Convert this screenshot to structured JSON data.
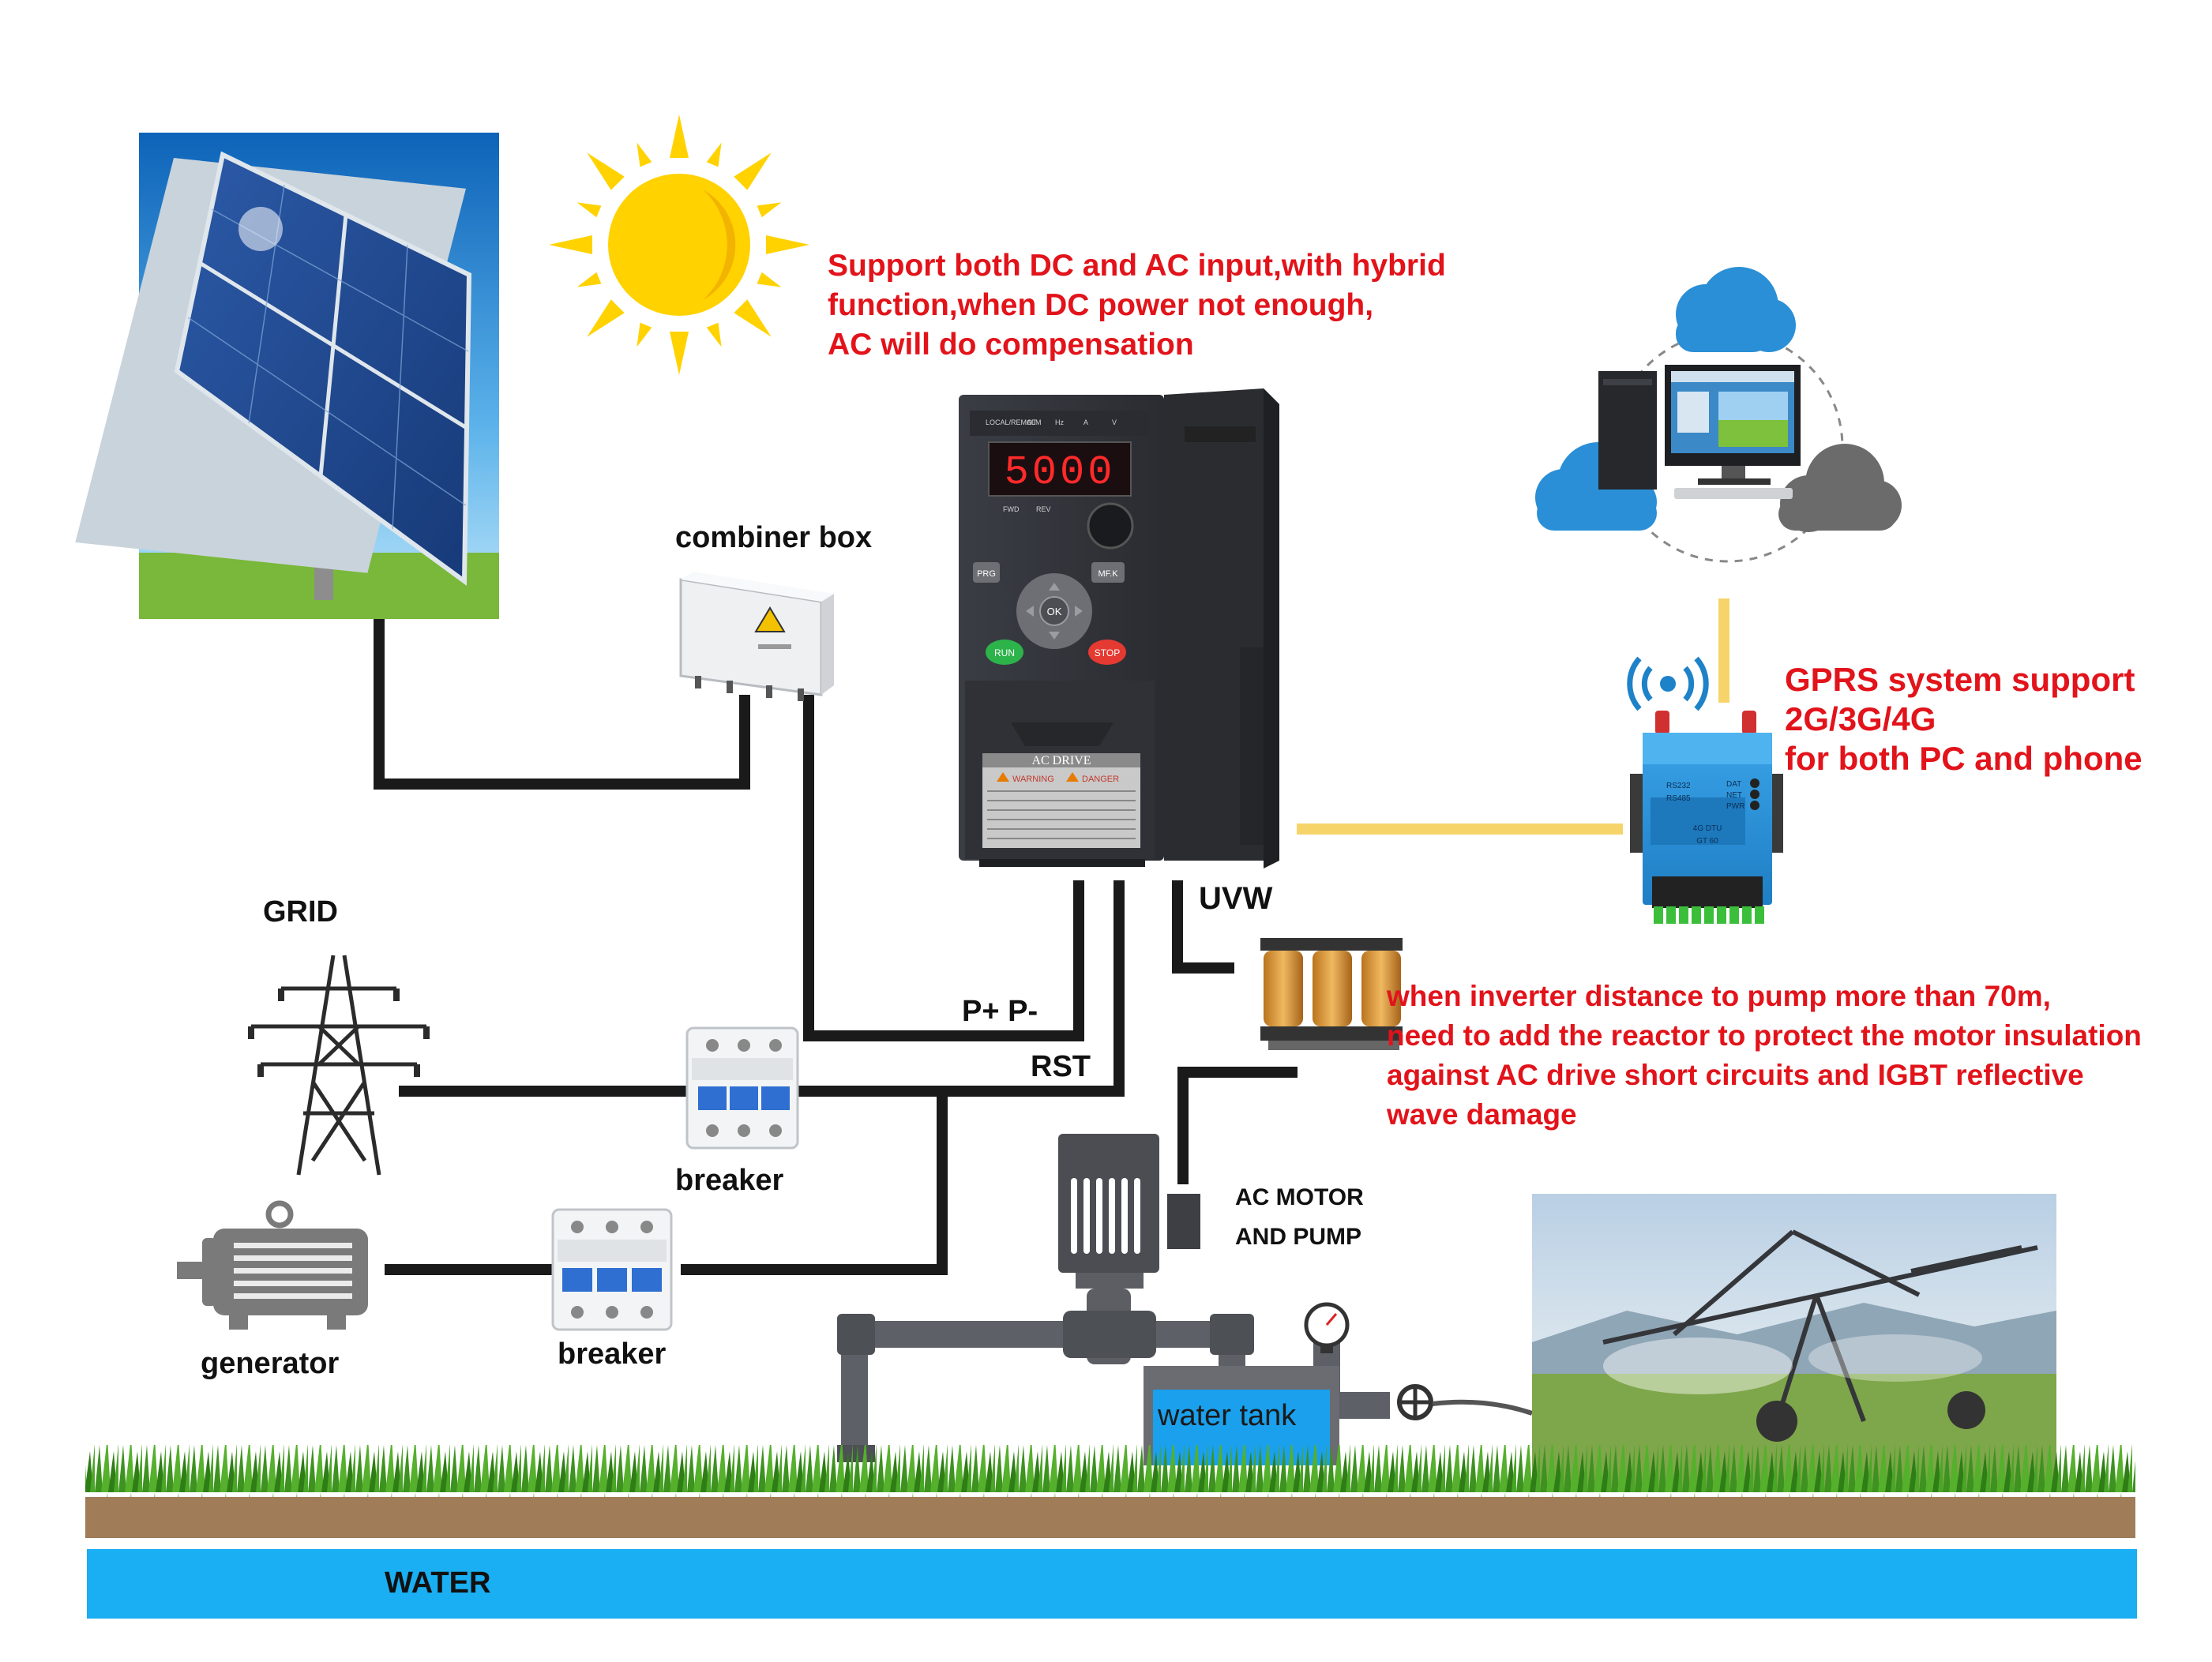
{
  "colors": {
    "wire": "#1a1a1a",
    "data_link": "#f7d46a",
    "annotation_red": "#e2131a",
    "water": "#1aaef2",
    "soil": "#a07c58",
    "grass": "#3f9a20",
    "cloud_blue": "#2a8fd6",
    "cloud_grey": "#6b6b6b",
    "sun": "#ffd200"
  },
  "notes": {
    "hybrid": [
      "Support both DC and AC input,with hybrid",
      "function,when DC power not enough,",
      "AC will do compensation"
    ],
    "gprs": [
      "GPRS system support",
      "2G/3G/4G",
      "for both PC and phone"
    ],
    "reactor": [
      "when inverter distance to pump more than 70m,",
      "need to add the reactor to protect the motor insulation",
      "against AC drive short circuits and IGBT reflective",
      "wave damage"
    ]
  },
  "labels": {
    "combiner_box": "combiner box",
    "grid": "GRID",
    "breaker_top": "breaker",
    "breaker_bottom": "breaker",
    "generator": "generator",
    "p_plus_minus": "P+  P-",
    "rst": "RST",
    "uvw": "UVW",
    "motor_pump": [
      "AC MOTOR",
      "AND PUMP"
    ],
    "water_tank": "water tank",
    "water": "WATER"
  },
  "drive": {
    "display": "5000",
    "brand": "AC DRIVE",
    "warning": "WARNING",
    "danger": "DANGER",
    "top_leds": [
      "LOCAL/REMOT",
      "ALM",
      "Hz",
      "A",
      "V"
    ],
    "fwd": "FWD",
    "rev": "REV",
    "keys": {
      "prg": "PRG",
      "mf": "MF.K",
      "ok": "OK",
      "run": "RUN",
      "stop": "STOP"
    }
  },
  "dtu": {
    "ports": [
      "RS232",
      "RS485"
    ],
    "leds": [
      "DAT",
      "NET",
      "PWR"
    ],
    "model": [
      "4G DTU",
      "GT 60"
    ]
  },
  "icons": [
    "solar-panel-icon",
    "sun-icon",
    "combiner-box-icon",
    "ac-drive-icon",
    "cloud-network-icon",
    "computer-icon",
    "gprs-dtu-icon",
    "wifi-signal-icon",
    "transmission-tower-icon",
    "circuit-breaker-icon",
    "generator-icon",
    "reactor-icon",
    "motor-pump-icon",
    "pressure-gauge-icon",
    "valve-icon",
    "center-pivot-irrigation-icon"
  ]
}
